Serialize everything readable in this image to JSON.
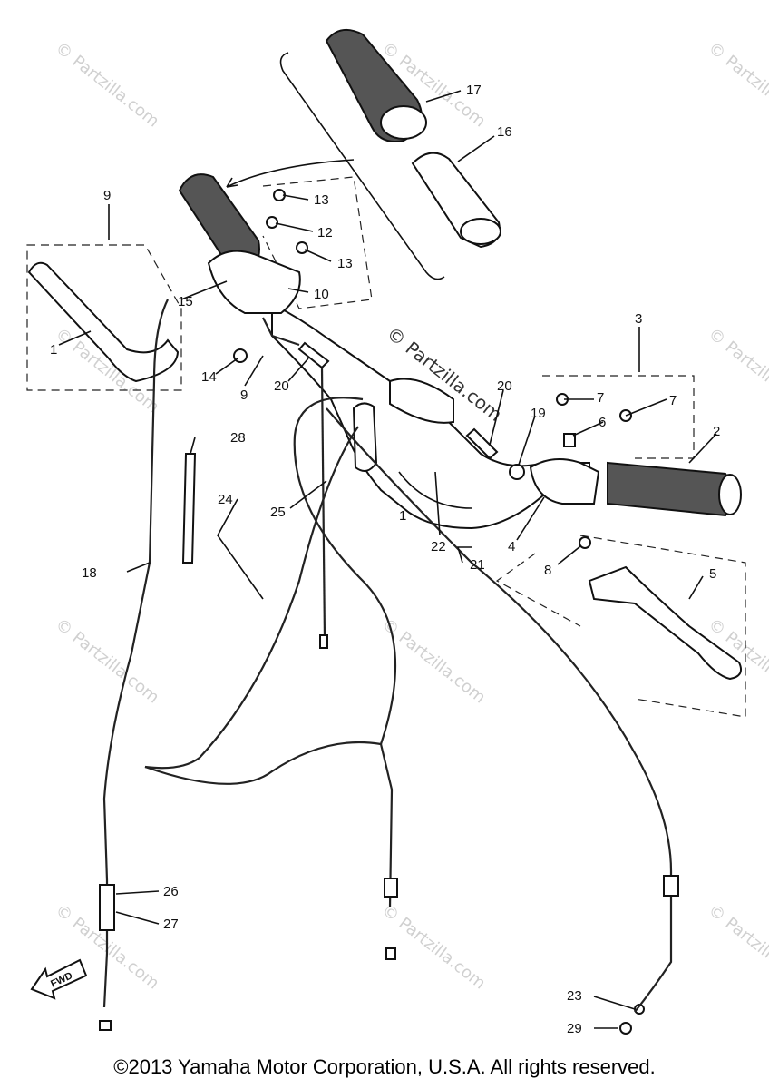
{
  "watermark": "© Partzilla.com",
  "copyright": "©2013 Yamaha Motor Corporation, U.S.A. All rights reserved.",
  "fwd_label": "FWD",
  "callouts": [
    {
      "id": "c1a",
      "label": "1"
    },
    {
      "id": "c1b",
      "label": "1"
    },
    {
      "id": "c2",
      "label": "2"
    },
    {
      "id": "c3",
      "label": "3"
    },
    {
      "id": "c4",
      "label": "4"
    },
    {
      "id": "c5",
      "label": "5"
    },
    {
      "id": "c6",
      "label": "6"
    },
    {
      "id": "c7a",
      "label": "7"
    },
    {
      "id": "c7b",
      "label": "7"
    },
    {
      "id": "c8",
      "label": "8"
    },
    {
      "id": "c9a",
      "label": "9"
    },
    {
      "id": "c9b",
      "label": "9"
    },
    {
      "id": "c10",
      "label": "10"
    },
    {
      "id": "c12",
      "label": "12"
    },
    {
      "id": "c13a",
      "label": "13"
    },
    {
      "id": "c13b",
      "label": "13"
    },
    {
      "id": "c14",
      "label": "14"
    },
    {
      "id": "c15",
      "label": "15"
    },
    {
      "id": "c16",
      "label": "16"
    },
    {
      "id": "c17",
      "label": "17"
    },
    {
      "id": "c18",
      "label": "18"
    },
    {
      "id": "c19",
      "label": "19"
    },
    {
      "id": "c20a",
      "label": "20"
    },
    {
      "id": "c20b",
      "label": "20"
    },
    {
      "id": "c21",
      "label": "21"
    },
    {
      "id": "c22",
      "label": "22"
    },
    {
      "id": "c23",
      "label": "23"
    },
    {
      "id": "c24",
      "label": "24"
    },
    {
      "id": "c25",
      "label": "25"
    },
    {
      "id": "c26",
      "label": "26"
    },
    {
      "id": "c27",
      "label": "27"
    },
    {
      "id": "c28",
      "label": "28"
    },
    {
      "id": "c29",
      "label": "29"
    }
  ]
}
